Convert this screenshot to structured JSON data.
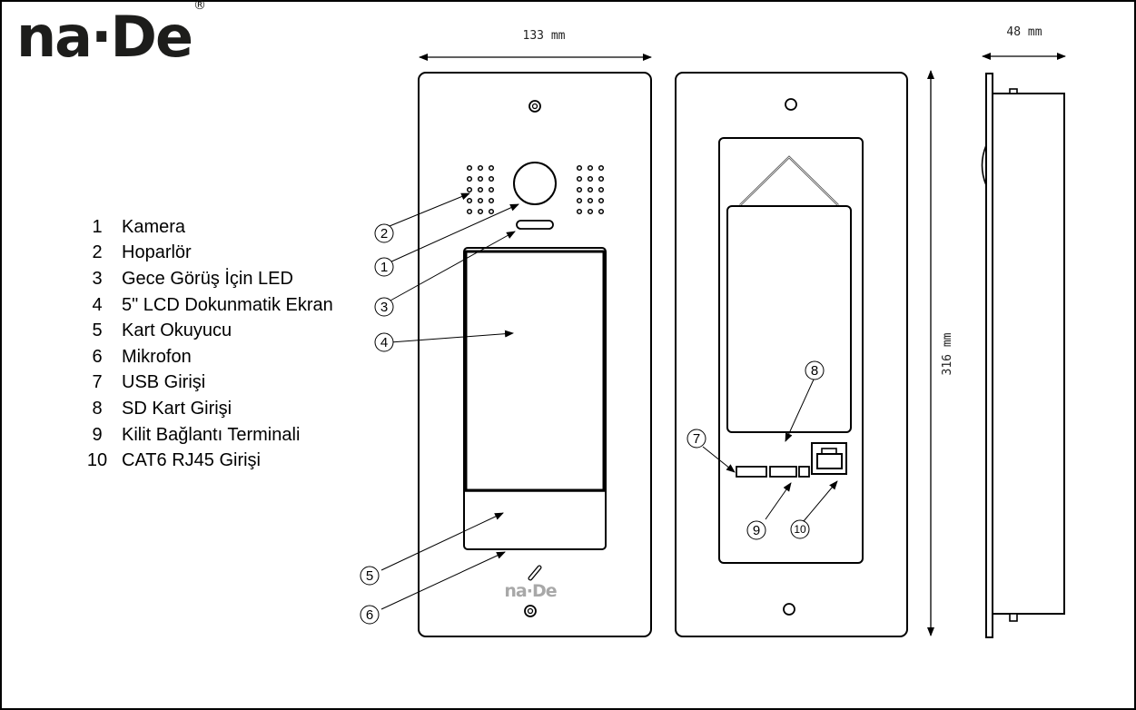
{
  "brand": {
    "logo_text": "na·De",
    "registered_mark": "®",
    "color": "#1d1d1b"
  },
  "legend": [
    {
      "num": "1",
      "label": "Kamera"
    },
    {
      "num": "2",
      "label": "Hoparlör"
    },
    {
      "num": "3",
      "label": "Gece Görüş İçin LED"
    },
    {
      "num": "4",
      "label": "5\" LCD Dokunmatik Ekran"
    },
    {
      "num": "5",
      "label": "Kart Okuyucu"
    },
    {
      "num": "6",
      "label": "Mikrofon"
    },
    {
      "num": "7",
      "label": "USB Girişi"
    },
    {
      "num": "8",
      "label": "SD Kart Girişi"
    },
    {
      "num": "9",
      "label": "Kilit Bağlantı Terminali"
    },
    {
      "num": "10",
      "label": "CAT6 RJ45 Girişi"
    }
  ],
  "dimensions": {
    "width": "133 mm",
    "height": "316 mm",
    "depth": "48 mm"
  },
  "front_panel": {
    "logo_text": "na·De",
    "callouts": [
      "1",
      "2",
      "3",
      "4",
      "5",
      "6"
    ]
  },
  "back_panel": {
    "callouts": [
      "7",
      "8",
      "9",
      "10"
    ]
  }
}
